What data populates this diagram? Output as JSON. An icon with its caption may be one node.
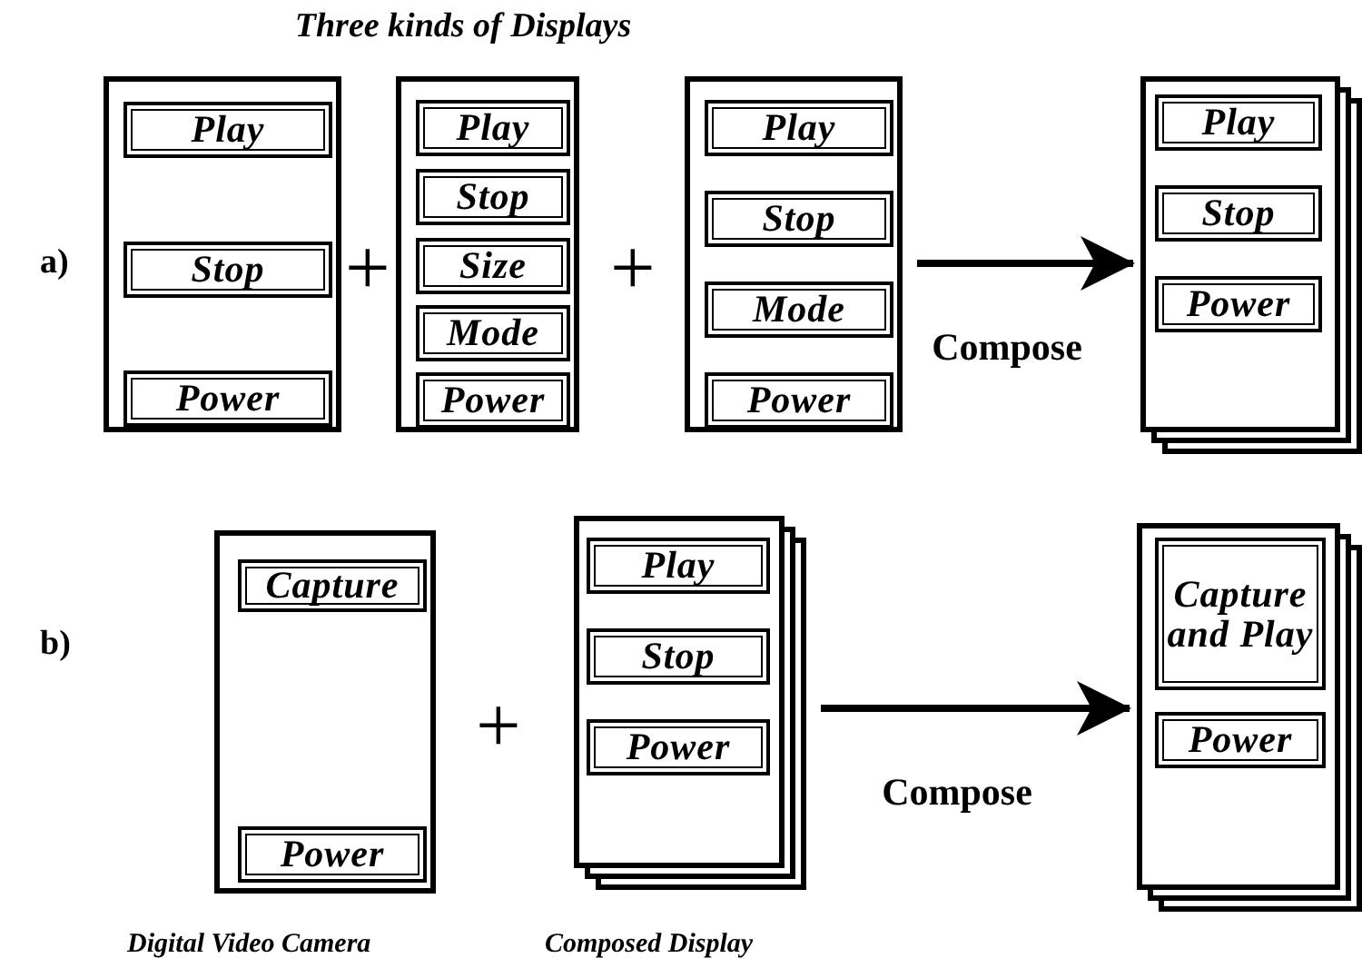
{
  "diagram": {
    "title": "Three kinds of Displays",
    "nodes": [
      {
        "text": [],
        "shape": "box"
      },
      {
        "text": [
          "Play"
        ],
        "in": 0
      },
      {
        "text": [
          "Stop"
        ],
        "in": 0
      },
      {
        "text": [
          "Power"
        ],
        "in": 0
      },
      {
        "text": [],
        "shape": "box"
      },
      {
        "text": [
          "Play"
        ],
        "in": 4
      },
      {
        "text": [
          "Stop"
        ],
        "in": 4
      },
      {
        "text": [
          "Size"
        ],
        "in": 4
      },
      {
        "text": [
          "Mode"
        ],
        "in": 4
      },
      {
        "text": [
          "Power"
        ],
        "in": 4
      },
      {
        "text": [],
        "shape": "box"
      },
      {
        "text": [
          "Play"
        ],
        "in": 10
      },
      {
        "text": [
          "Stop"
        ],
        "in": 10
      },
      {
        "text": [
          "Mode"
        ],
        "in": 10
      },
      {
        "text": [
          "Power"
        ],
        "in": 10
      },
      {
        "text": [],
        "shape": "box"
      },
      {
        "text": [
          "Play"
        ],
        "in": 15
      },
      {
        "text": [
          "Stop"
        ],
        "in": 15
      },
      {
        "text": [
          "Power"
        ],
        "in": 15
      },
      {
        "text": [],
        "shape": "box",
        "beside": [
          "Digital Video Camera"
        ]
      },
      {
        "text": [
          "Capture"
        ],
        "in": 19
      },
      {
        "text": [
          "Power"
        ],
        "in": 19
      },
      {
        "text": [],
        "shape": "box",
        "beside": [
          "Composed Display"
        ]
      },
      {
        "text": [
          "Play"
        ],
        "in": 22
      },
      {
        "text": [
          "Stop"
        ],
        "in": 22
      },
      {
        "text": [
          "Power"
        ],
        "in": 22
      },
      {
        "text": [],
        "shape": "box"
      },
      {
        "text": [
          "Capture and Play"
        ],
        "in": 26
      },
      {
        "text": [
          "Power"
        ],
        "in": 26
      }
    ],
    "edges": [
      {
        "from": 10,
        "to": 15,
        "arrow": "to",
        "label": "Compose"
      },
      {
        "from": 22,
        "to": 26,
        "arrow": "to",
        "label": "Compose"
      }
    ],
    "labels": [
      "a)",
      "+",
      "+",
      "b)",
      "+"
    ]
  }
}
